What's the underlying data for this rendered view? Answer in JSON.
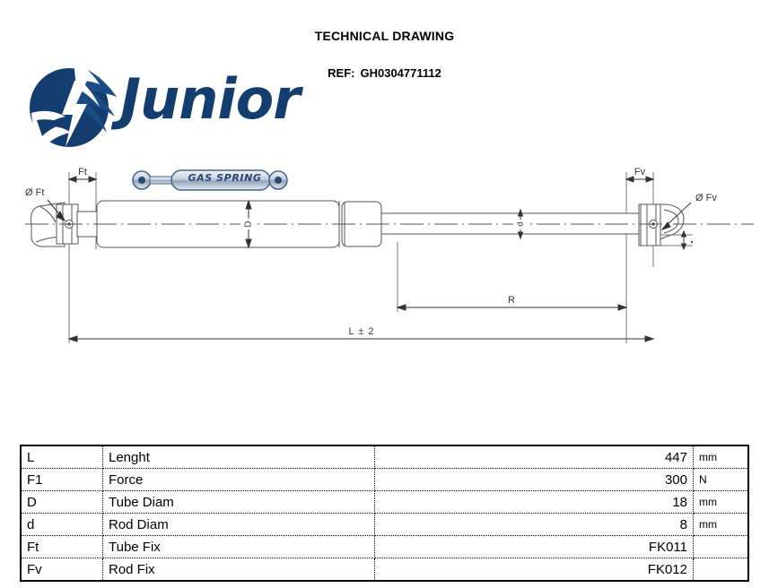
{
  "header": {
    "title": "TECHNICAL DRAWING",
    "ref_label": "REF:",
    "ref_value": "GH0304771112"
  },
  "logo": {
    "wordmark": "Junior",
    "tagline": "GAS SPRING",
    "brand_color": "#123d6e",
    "emblem_name": "junior-wing-emblem"
  },
  "drawing": {
    "callouts": {
      "tube_fix_dim": "Ft",
      "tube_fix_diam": "Ø Ft",
      "rod_fix_dim": "Fv",
      "rod_fix_diam": "Ø Fv",
      "tube_diam": "D",
      "rod_diam": "d",
      "stroke": "R",
      "length": "L ± 2"
    }
  },
  "spec_table": {
    "columns": [
      "symbol",
      "description",
      "value",
      "unit"
    ],
    "rows": [
      {
        "symbol": "L",
        "description": "Lenght",
        "value": "447",
        "unit": "mm"
      },
      {
        "symbol": "F1",
        "description": "Force",
        "value": "300",
        "unit": "N"
      },
      {
        "symbol": "D",
        "description": "Tube Diam",
        "value": "18",
        "unit": "mm"
      },
      {
        "symbol": "d",
        "description": "Rod Diam",
        "value": "8",
        "unit": "mm"
      },
      {
        "symbol": "Ft",
        "description": "Tube Fix",
        "value": "FK011",
        "unit": ""
      },
      {
        "symbol": "Fv",
        "description": "Rod Fix",
        "value": "FK012",
        "unit": ""
      }
    ]
  }
}
